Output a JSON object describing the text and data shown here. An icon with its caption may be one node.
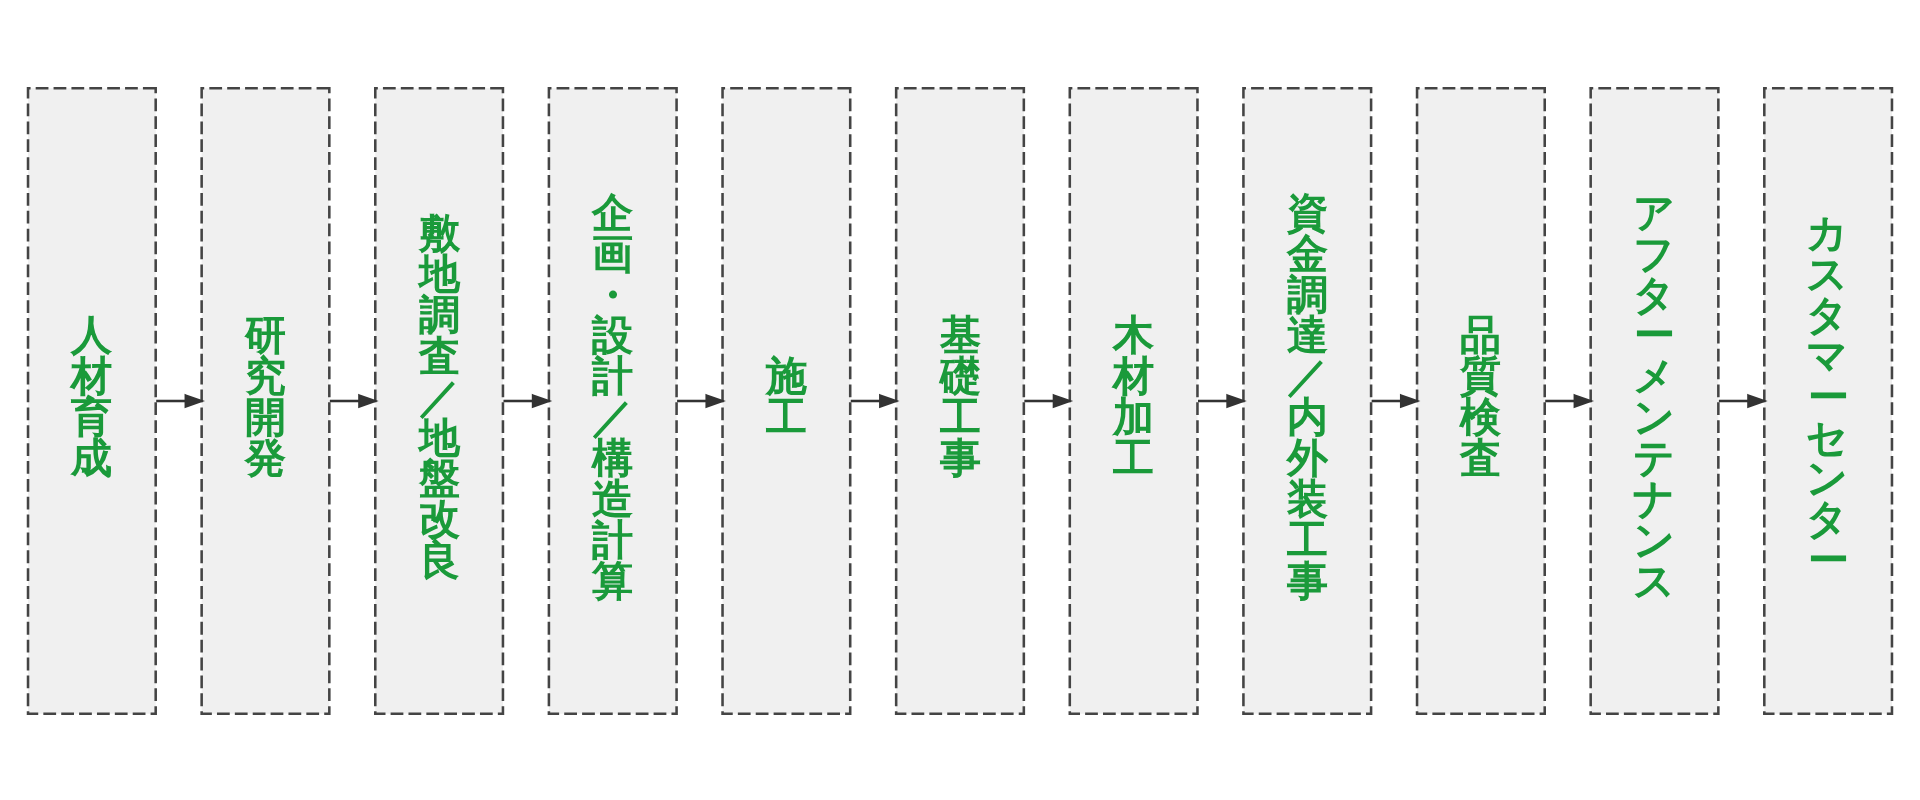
{
  "diagram": {
    "nodes": [
      {
        "text": [
          "人材育成"
        ]
      },
      {
        "text": [
          "研究開発"
        ]
      },
      {
        "text": [
          "敷地調査／地盤改良"
        ]
      },
      {
        "text": [
          "企画・設計／構造計算"
        ]
      },
      {
        "text": [
          "施工"
        ]
      },
      {
        "text": [
          "基礎工事"
        ]
      },
      {
        "text": [
          "木材加工"
        ]
      },
      {
        "text": [
          "資金調達／内外装工事"
        ]
      },
      {
        "text": [
          "品質検査"
        ]
      },
      {
        "text": [
          "アフターメンテナンス"
        ]
      },
      {
        "text": [
          "カスタマーセンター"
        ]
      }
    ],
    "edges": [
      {
        "from": 0,
        "to": 1,
        "arrow": "to"
      },
      {
        "from": 1,
        "to": 2,
        "arrow": "to"
      },
      {
        "from": 2,
        "to": 3,
        "arrow": "to"
      },
      {
        "from": 3,
        "to": 4,
        "arrow": "to"
      },
      {
        "from": 4,
        "to": 5,
        "arrow": "to"
      },
      {
        "from": 5,
        "to": 6,
        "arrow": "to"
      },
      {
        "from": 6,
        "to": 7,
        "arrow": "to"
      },
      {
        "from": 7,
        "to": 8,
        "arrow": "to"
      },
      {
        "from": 8,
        "to": 9,
        "arrow": "to"
      },
      {
        "from": 9,
        "to": 10,
        "arrow": "to"
      }
    ]
  }
}
